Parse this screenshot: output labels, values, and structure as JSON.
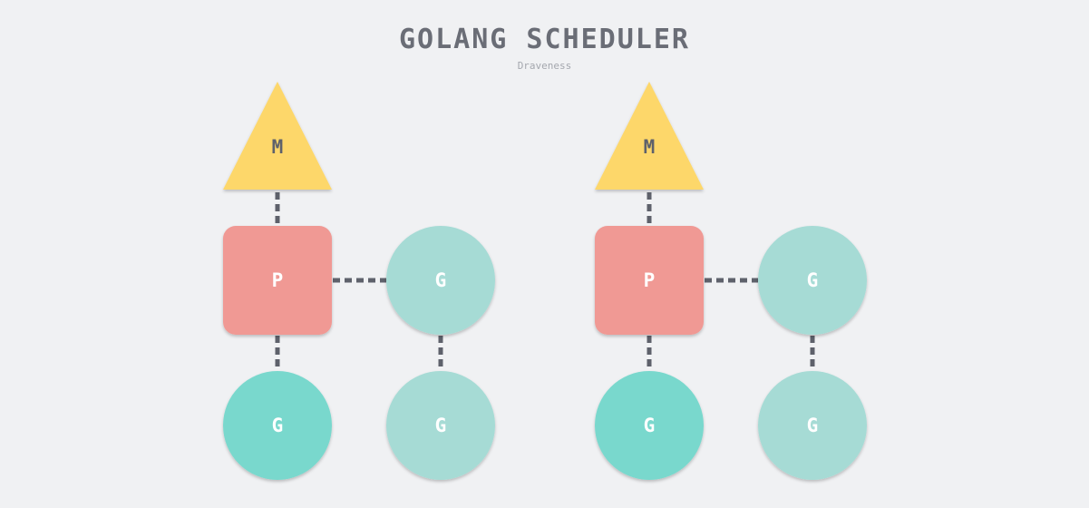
{
  "title": "GOLANG SCHEDULER",
  "subtitle": "Draveness",
  "colors": {
    "background": "#f0f1f3",
    "machine": "#fdd76a",
    "processor": "#f09994",
    "goroutine_running": "#79d8cd",
    "goroutine_runnable": "#a6dbd5",
    "connector": "#5e616b",
    "label_dark": "#5e616b",
    "label_light": "#ffffff"
  },
  "groups": [
    {
      "machine": {
        "label": "M"
      },
      "processor": {
        "label": "P"
      },
      "running_goroutine": {
        "label": "G"
      },
      "queue": [
        {
          "label": "G"
        },
        {
          "label": "G"
        }
      ]
    },
    {
      "machine": {
        "label": "M"
      },
      "processor": {
        "label": "P"
      },
      "running_goroutine": {
        "label": "G"
      },
      "queue": [
        {
          "label": "G"
        },
        {
          "label": "G"
        }
      ]
    }
  ]
}
